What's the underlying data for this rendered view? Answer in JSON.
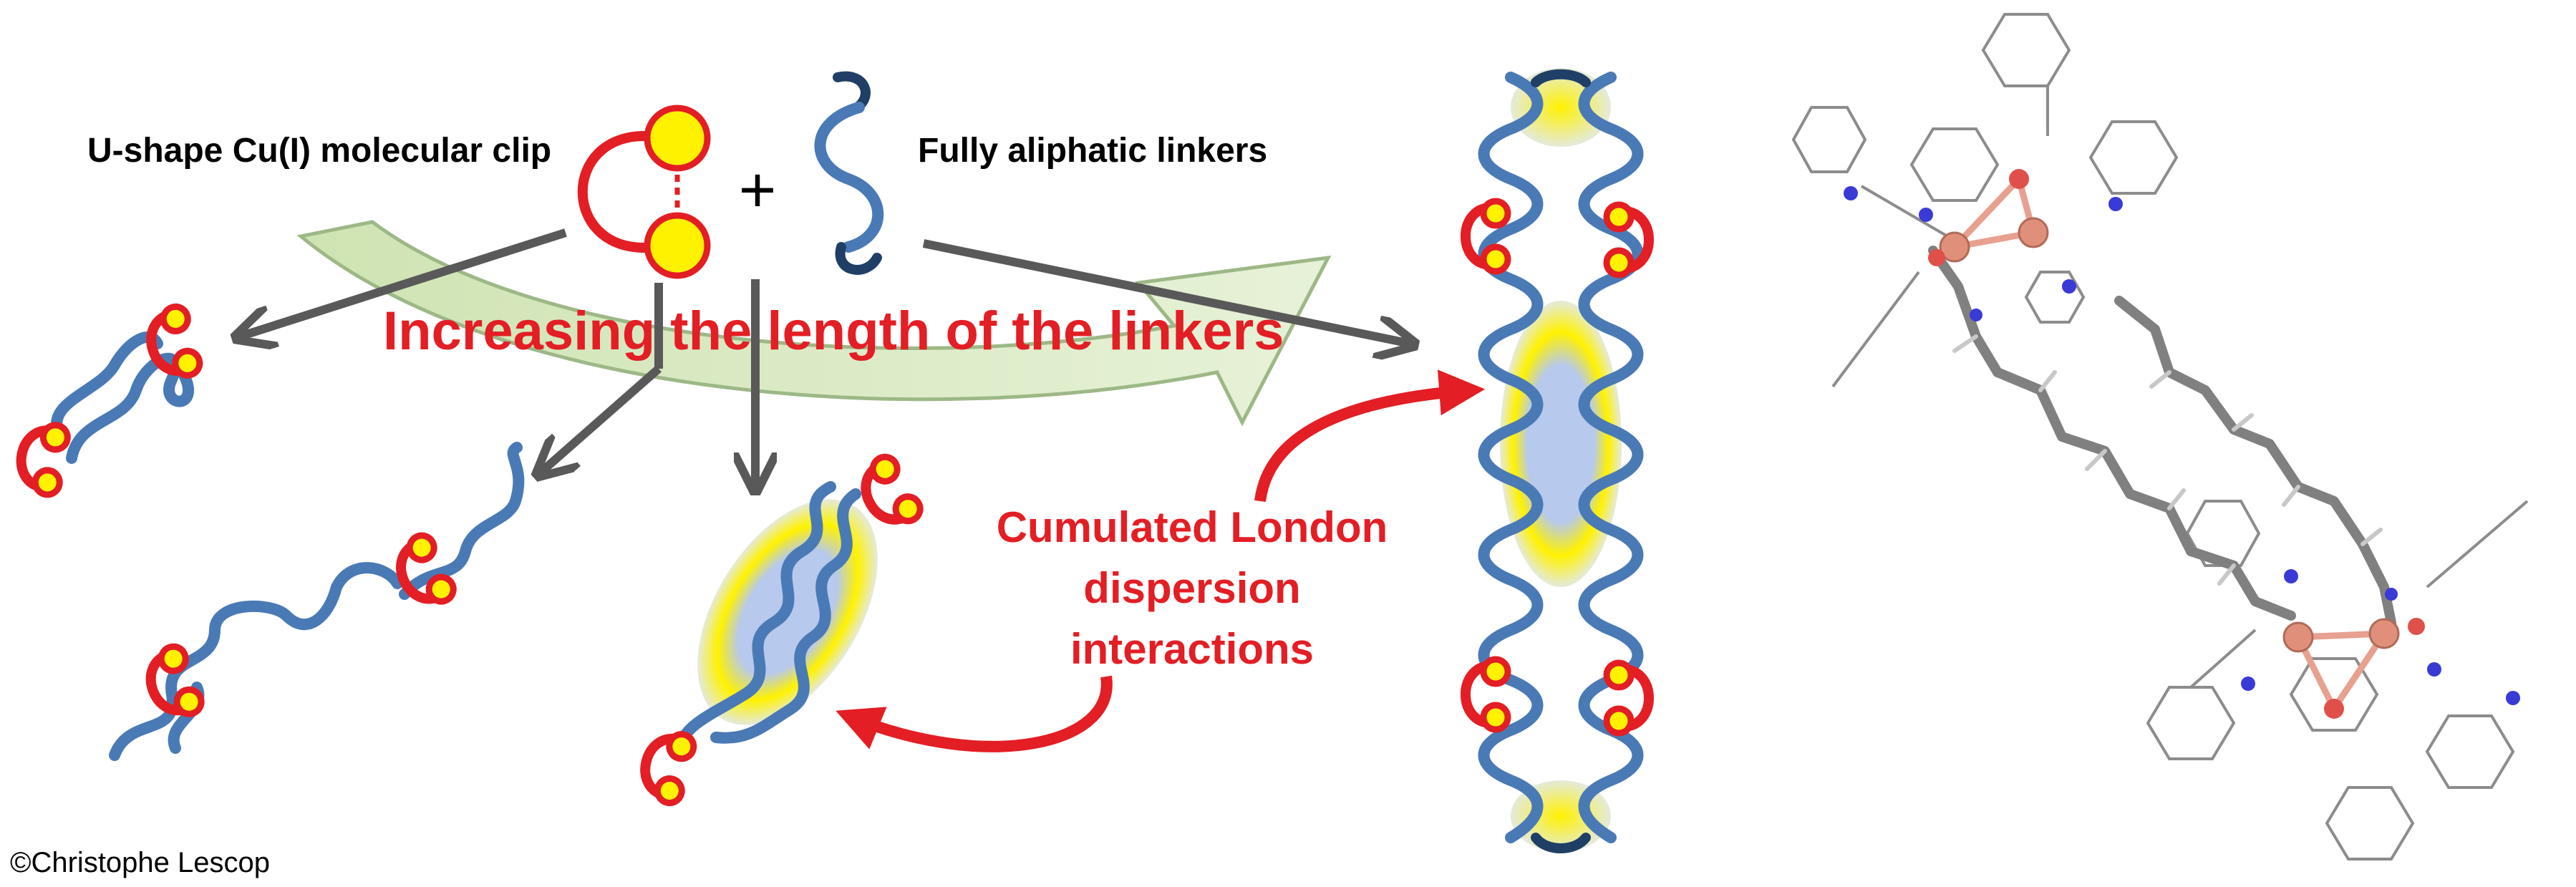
{
  "labels": {
    "clip": "U-shape Cu(I) molecular clip",
    "plus": "+",
    "linkers": "Fully aliphatic linkers",
    "trend": "Increasing the length of the linkers",
    "dispersion_line1": "Cumulated London",
    "dispersion_line2": "dispersion",
    "dispersion_line3": "interactions",
    "copyright": "©Christophe Lescop"
  },
  "colors": {
    "linker": "#4a7ab5",
    "clip_frame": "#e31e24",
    "clip_atoms": "#fff200",
    "trend_text": "#e31e24",
    "trend_arrow": "#d8ecbf",
    "interaction_glow": "#fff200",
    "interaction_core": "#b7c9ec"
  },
  "icons": [
    "molecular-clip-icon",
    "aliphatic-linker-icon",
    "trend-arrow-icon",
    "crystal-structure-icon"
  ]
}
